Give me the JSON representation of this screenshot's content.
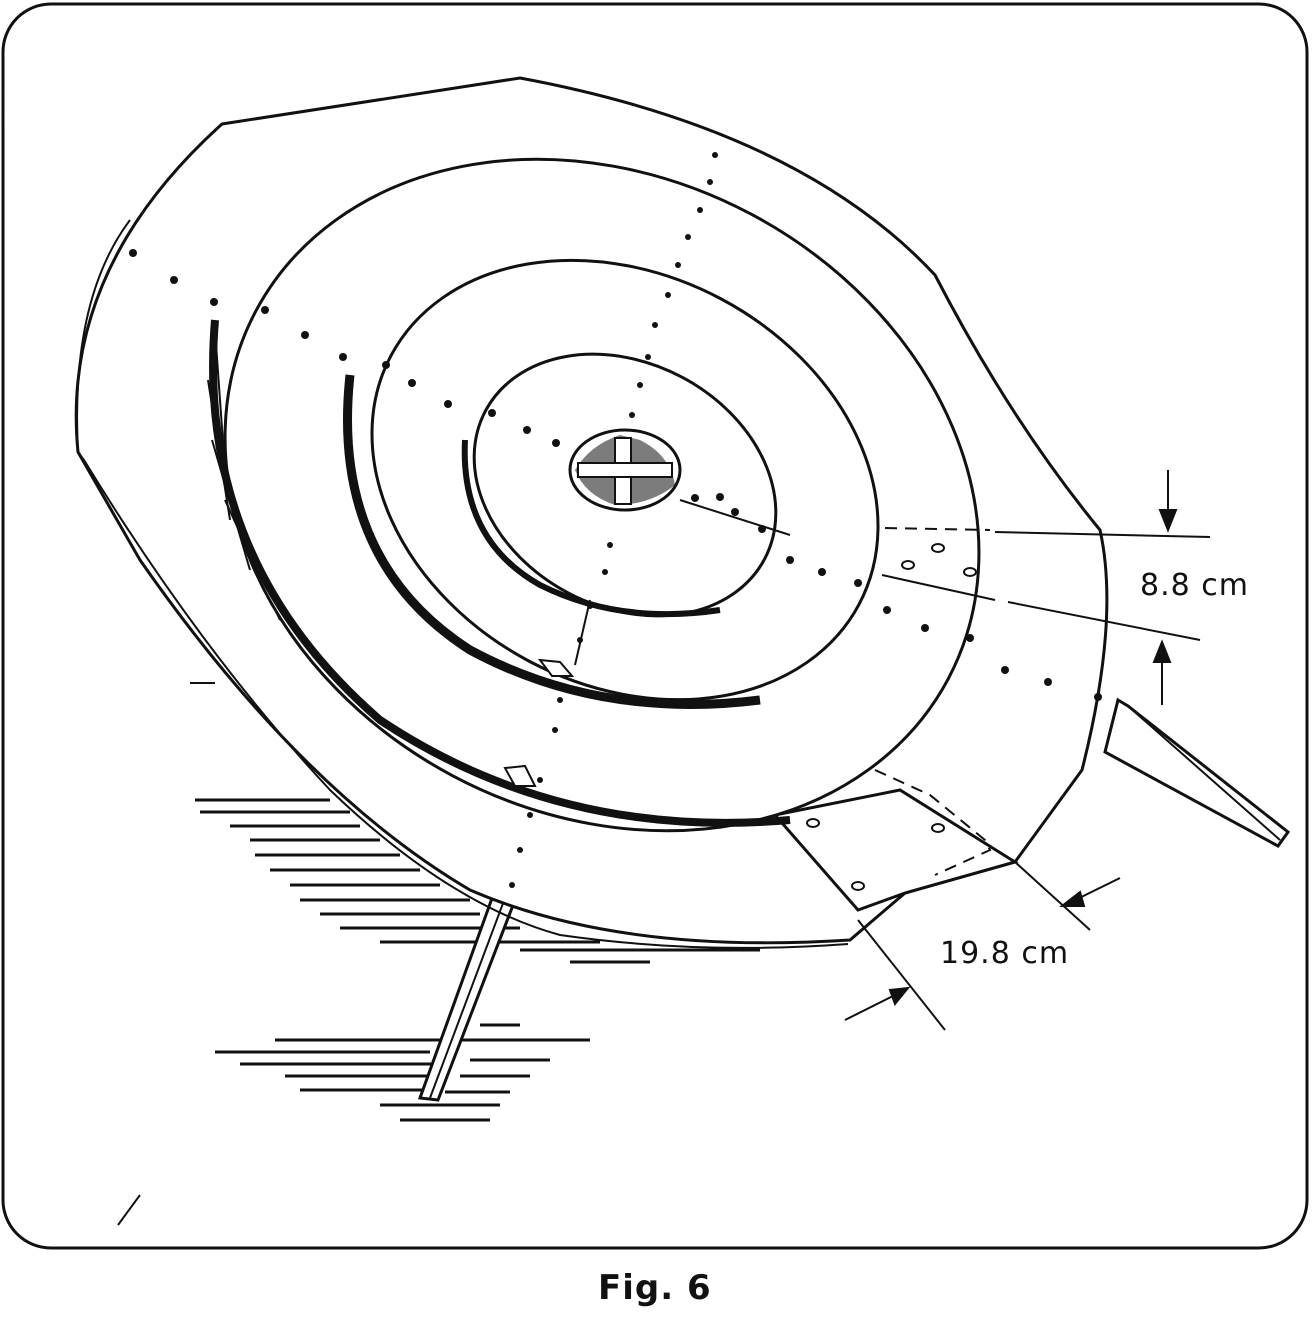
{
  "figure": {
    "caption": "Fig. 6",
    "dimensions": {
      "height_label": "8.8 cm",
      "width_label": "19.8 cm"
    },
    "ink_color": "#111111",
    "paper_color": "#ffffff"
  }
}
